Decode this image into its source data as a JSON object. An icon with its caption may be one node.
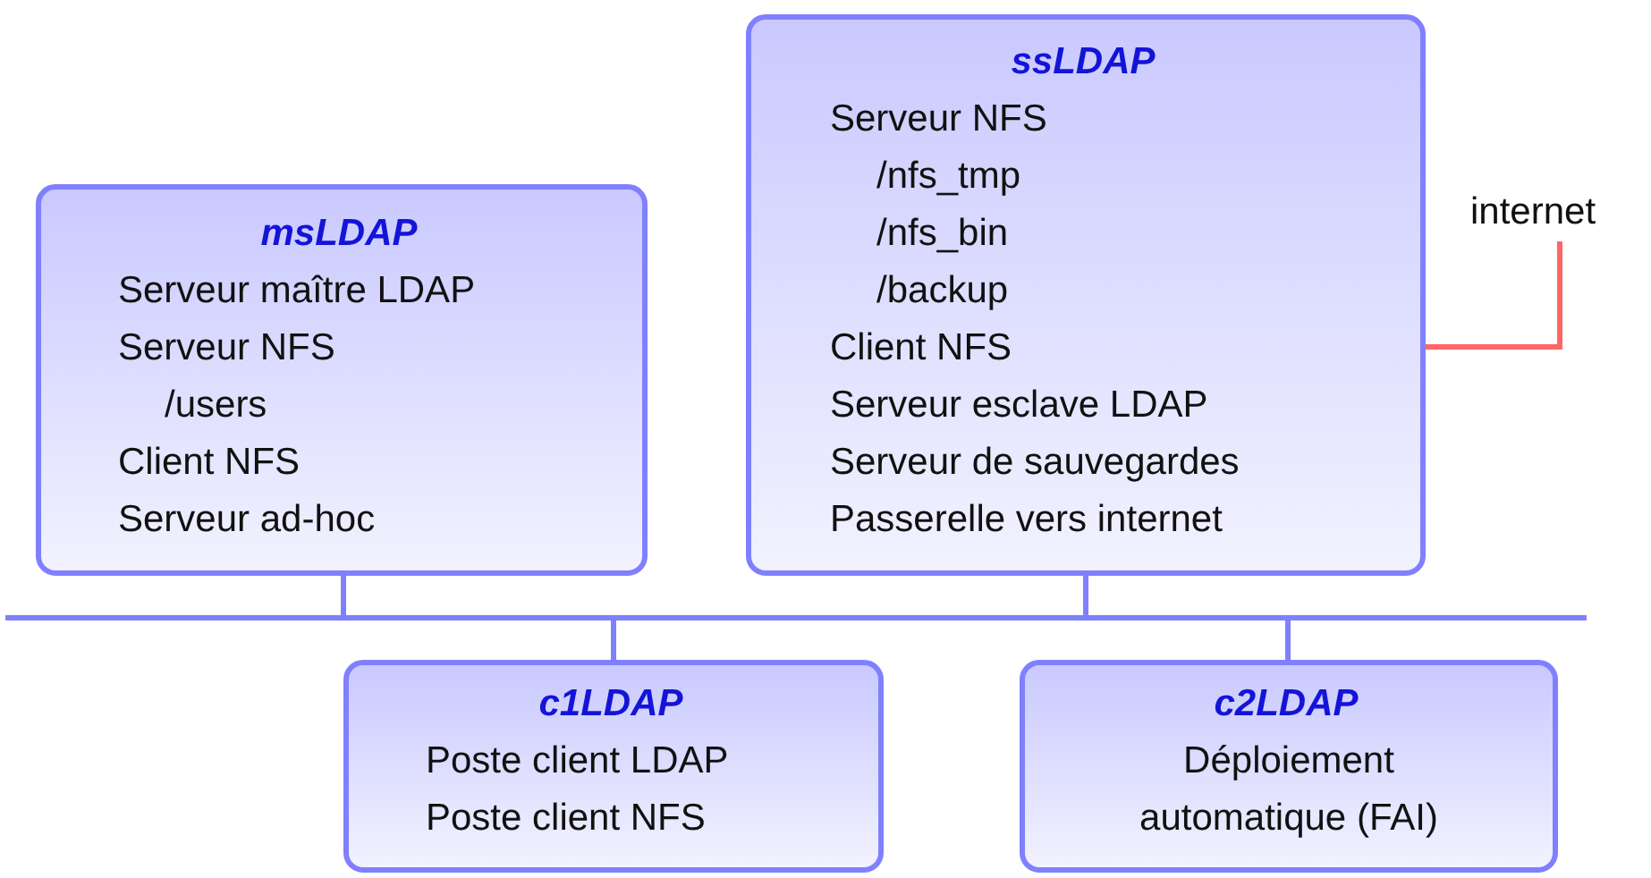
{
  "diagram": {
    "nodes": [
      {
        "text": [
          "msLDAP",
          "Serveur maître LDAP",
          "Serveur NFS",
          "/users",
          "Client NFS",
          "Serveur ad-hoc"
        ]
      },
      {
        "text": [
          "ssLDAP",
          "Serveur NFS",
          "/nfs_tmp",
          "/nfs_bin",
          "/backup",
          "Client NFS",
          "Serveur esclave LDAP",
          "Serveur de sauvegardes",
          "Passerelle vers internet"
        ]
      },
      {
        "text": [
          "internet"
        ]
      },
      {
        "text": [],
        "shape": "bar"
      },
      {
        "text": [
          "c1LDAP",
          "Poste client LDAP",
          "Poste client NFS"
        ]
      },
      {
        "text": [
          "c2LDAP",
          "Déploiement automatique (FAI)"
        ]
      }
    ],
    "edges": [
      {
        "from": 0,
        "to": 3,
        "arrow": "none"
      },
      {
        "from": 1,
        "to": 3,
        "arrow": "none"
      },
      {
        "from": 3,
        "to": 4,
        "arrow": "none"
      },
      {
        "from": 3,
        "to": 5,
        "arrow": "none"
      },
      {
        "from": 1,
        "to": 2,
        "arrow": "none",
        "color": "#ff6666"
      }
    ]
  }
}
